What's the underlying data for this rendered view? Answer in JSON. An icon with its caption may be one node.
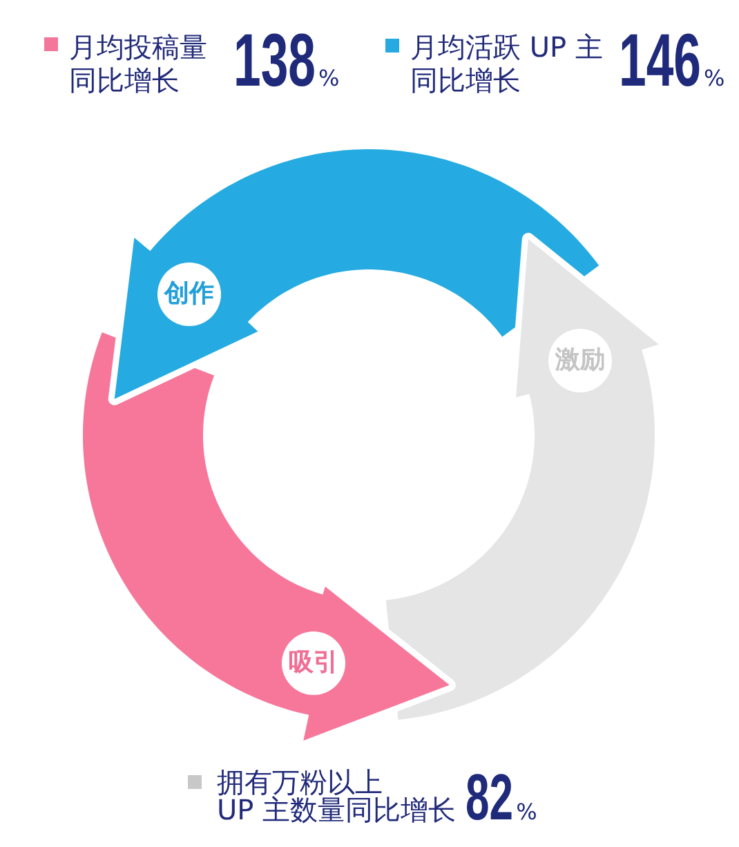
{
  "diagram": {
    "nodes": [
      {
        "text": [
          "创作"
        ]
      },
      {
        "text": [
          "吸引"
        ]
      },
      {
        "text": [
          "激励"
        ]
      }
    ],
    "labels": [
      "138%",
      "146%",
      "82%"
    ],
    "legend": [
      {
        "text": "月均投稿量同比增长",
        "color": "#f4779b"
      },
      {
        "text": "月均活跃 UP 主同比增长",
        "color": "#27aae1"
      },
      {
        "text": "拥有万粉以上UP 主数量同比增长",
        "color": "#c8c8c8"
      }
    ]
  }
}
